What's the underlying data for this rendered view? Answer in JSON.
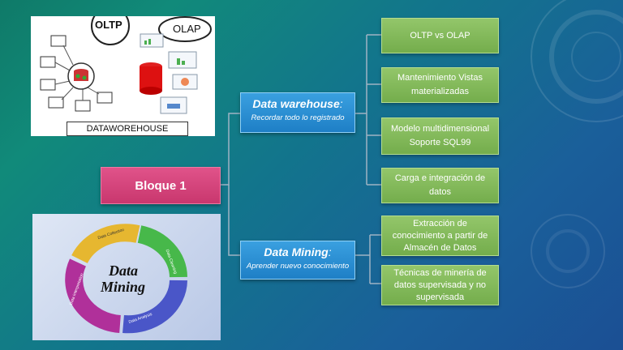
{
  "images": {
    "top": {
      "oltp": "OLTP",
      "olap": "OLAP",
      "caption": "DATAWOREHOUSE"
    },
    "bottom": {
      "center_line1": "Data",
      "center_line2": "Mining",
      "segments": [
        "Data Collection",
        "Data Cleaning",
        "Data Analysis",
        "Data Interpretation"
      ]
    }
  },
  "root": {
    "label": "Bloque 1"
  },
  "branches": [
    {
      "title": "Data warehouse",
      "colon": ":",
      "subtitle": "Recordar todo lo registrado",
      "children": [
        {
          "lines": [
            "OLTP vs OLAP"
          ]
        },
        {
          "lines": [
            "Mantenimiento Vistas",
            "materializadas"
          ]
        },
        {
          "lines": [
            "Modelo multidimensional",
            "Soporte SQL99"
          ]
        },
        {
          "lines": [
            "Carga e integración de",
            "datos"
          ]
        }
      ]
    },
    {
      "title": "Data Mining",
      "colon": ":",
      "subtitle": "Aprender nuevo conocimiento",
      "children": [
        {
          "lines": [
            "Extracción de",
            "conocimiento a partir de",
            "Almacén de Datos"
          ]
        },
        {
          "lines": [
            "Técnicas de minería de",
            "datos supervisada y no",
            "supervisada"
          ]
        }
      ]
    }
  ],
  "colors": {
    "root": "#d6457c",
    "branch": "#2a8fd6",
    "leaf": "#84bb5c",
    "line": "#9fb3c4"
  }
}
